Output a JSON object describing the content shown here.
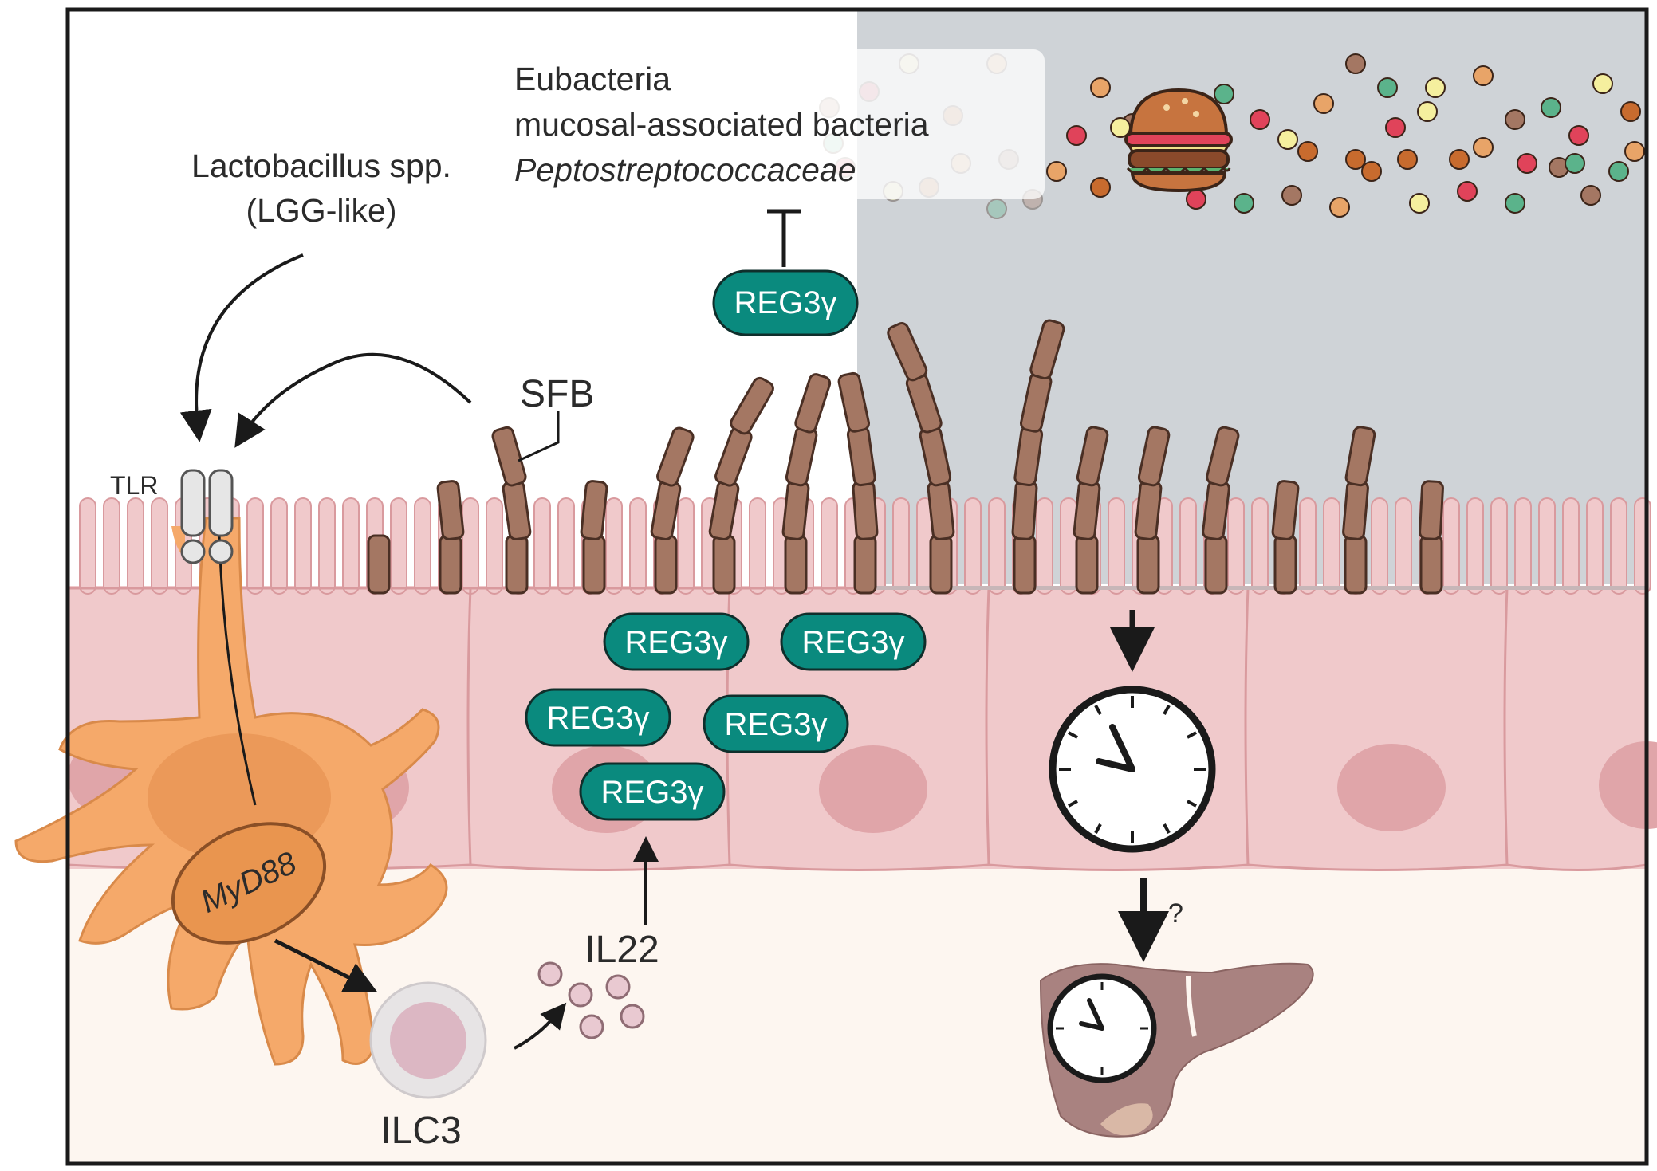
{
  "labels": {
    "lactobacillus_line1": "Lactobacillus spp.",
    "lactobacillus_line2": "(LGG-like)",
    "eubacteria_line1": "Eubacteria",
    "eubacteria_line2": "mucosal-associated bacteria",
    "eubacteria_line3": "Peptostreptococcaceae",
    "tlr": "TLR",
    "sfb": "SFB",
    "myd88": "MyD88",
    "il22": "IL22",
    "ilc3": "ILC3",
    "question": "?"
  },
  "proteins": {
    "reg3g_label": "REG3γ",
    "instance_count": 6
  },
  "colors": {
    "frame": "#1a1a1a",
    "lumen_light": "#ffffff",
    "lumen_dark": "#cfd3d7",
    "epithelium": "#f0c9cb",
    "epithelium_border": "#d99a9e",
    "nucleus": "#e0a5a9",
    "lamina_propria": "#fdf6f0",
    "bacteria_brown": "#a47763",
    "bacteria_outline": "#4a2f24",
    "reg3g_fill": "#0a8a7e",
    "dendritic_cell": "#f5a96a",
    "myd88_fill": "#e9954f",
    "liver": "#a98280",
    "il22_dot": "#e9c9d1"
  },
  "icons": [
    "clock-icon",
    "burger-icon",
    "liver-icon",
    "dendritic-cell-icon",
    "ilc3-cell-icon"
  ]
}
